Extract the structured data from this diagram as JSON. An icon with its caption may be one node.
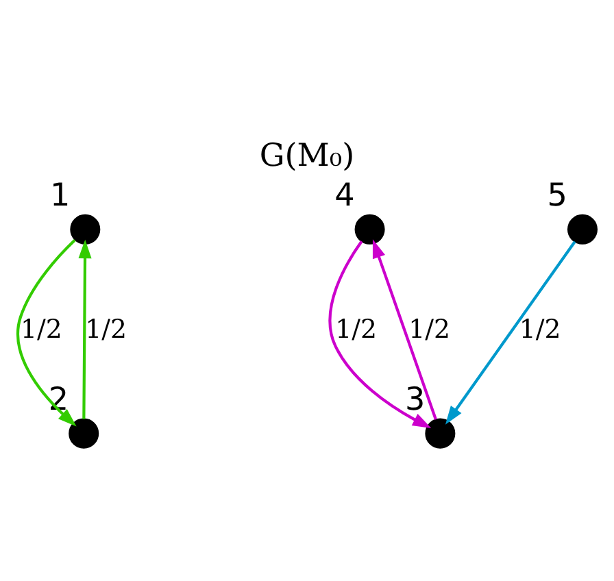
{
  "diagram": {
    "title": "G(M₀)",
    "nodes": [
      {
        "text": [],
        "shape": "circle",
        "beside": [
          "1"
        ]
      },
      {
        "text": [],
        "shape": "circle",
        "beside": [
          "4"
        ]
      },
      {
        "text": [],
        "shape": "circle",
        "beside": [
          "5"
        ]
      },
      {
        "text": [],
        "shape": "circle",
        "beside": [
          "2"
        ]
      },
      {
        "text": [],
        "shape": "circle",
        "beside": [
          "3"
        ]
      }
    ],
    "edges": [
      {
        "from": 3,
        "to": 0,
        "arrow": "to",
        "label": "1/2",
        "color": "#33cc00"
      },
      {
        "from": 0,
        "to": 3,
        "arrow": "to",
        "label": "1/2",
        "color": "#33cc00"
      },
      {
        "from": 2,
        "to": 4,
        "arrow": "to",
        "label": "1/2",
        "color": "#0099cc"
      },
      {
        "from": 4,
        "to": 1,
        "arrow": "to",
        "label": "1/2",
        "color": "#cc00cc"
      },
      {
        "from": 1,
        "to": 4,
        "arrow": "to",
        "label": "1/2",
        "color": "#cc00cc"
      }
    ]
  }
}
